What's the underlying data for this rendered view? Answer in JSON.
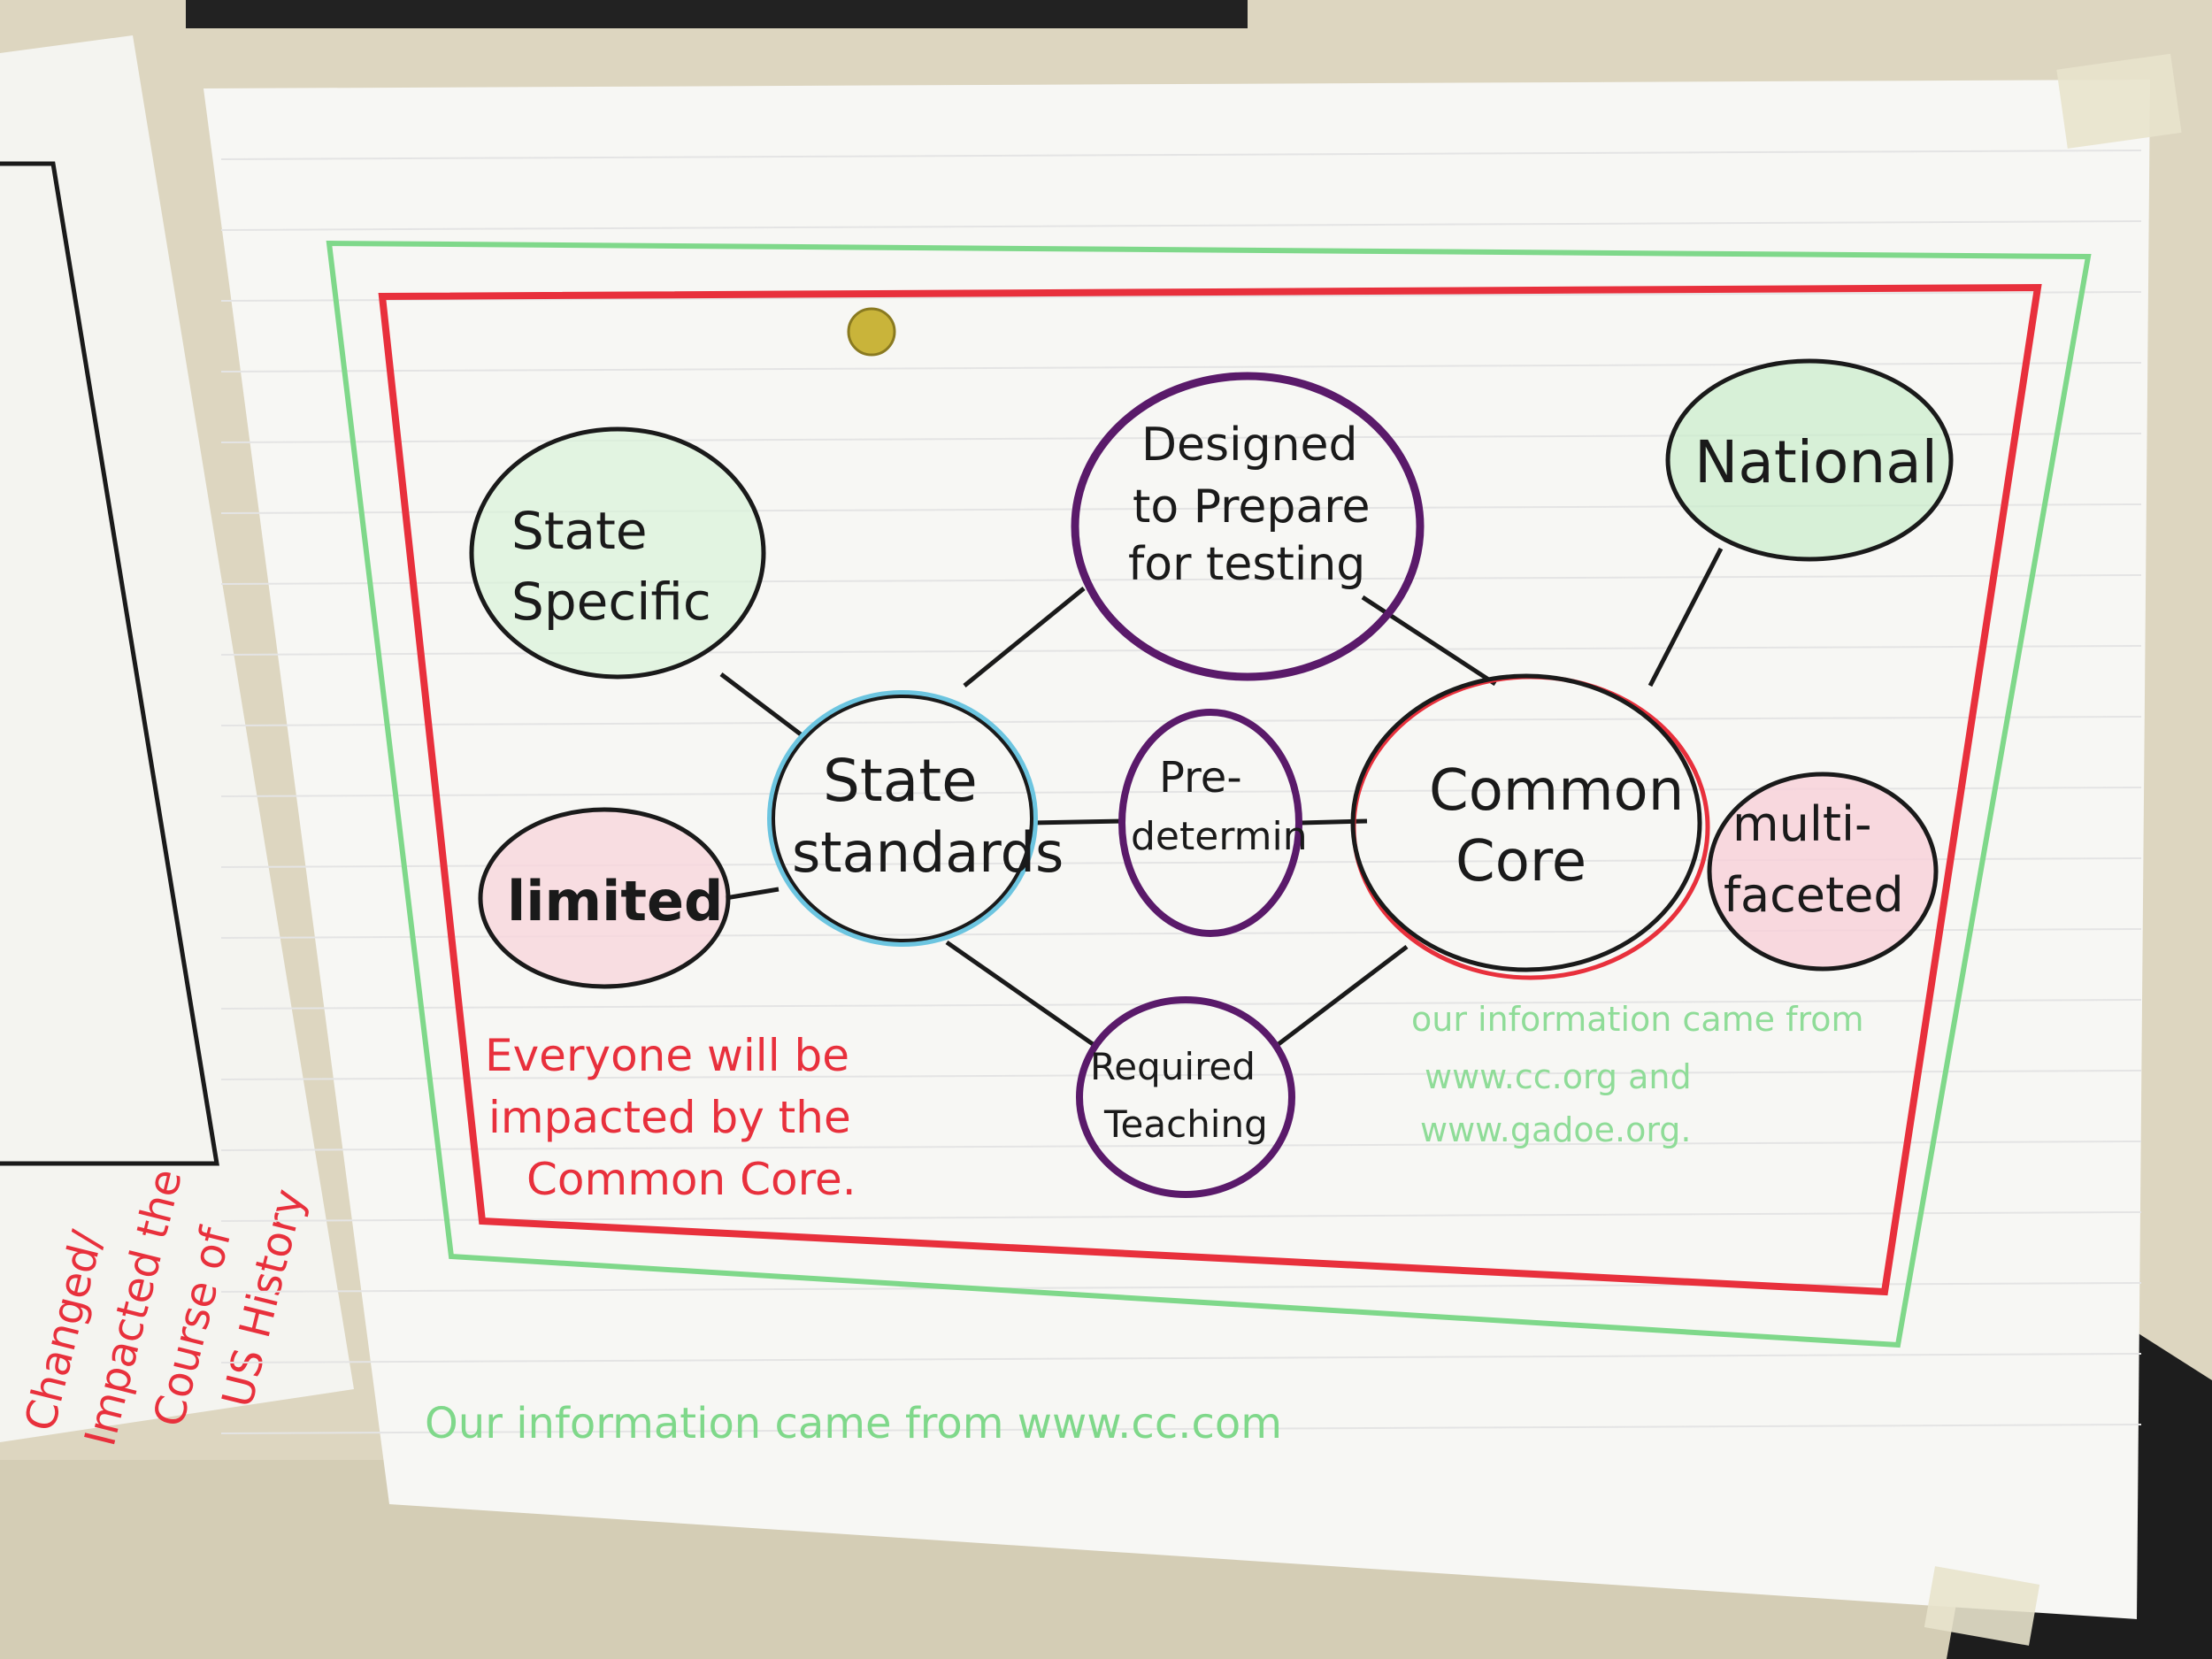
{
  "diagram": {
    "nodes": {
      "state_specific": [
        "State",
        "Specific"
      ],
      "limited": [
        "limited"
      ],
      "state_standards": [
        "State",
        "standards"
      ],
      "designed": [
        "Designed",
        "to Prepare",
        "for testing"
      ],
      "predetermined": [
        "Pre-",
        "determin"
      ],
      "required_teaching": [
        "Required",
        "Teaching"
      ],
      "common_core": [
        "Common",
        "Core"
      ],
      "national": [
        "National"
      ],
      "multifaceted": [
        "multi-",
        "faceted"
      ]
    },
    "red_note": [
      "Everyone will be",
      "impacted by the",
      "Common Core."
    ],
    "green_note": [
      "our information came from",
      "www.cc.org and",
      "www.gadoe.org."
    ],
    "bottom_note": "Our information came from www.cc.com"
  },
  "side_poster": {
    "text": [
      "Changed/",
      "Impacted the",
      "Course of",
      "US History"
    ]
  },
  "colors": {
    "wall": "#ddd6c0",
    "paper": "#f7f7f4",
    "red_marker": "#e8303c",
    "green_marker": "#7fd88a",
    "purple_marker": "#5a1a6a",
    "blue_marker": "#6cc5e0",
    "black_marker": "#1a1a1a"
  }
}
